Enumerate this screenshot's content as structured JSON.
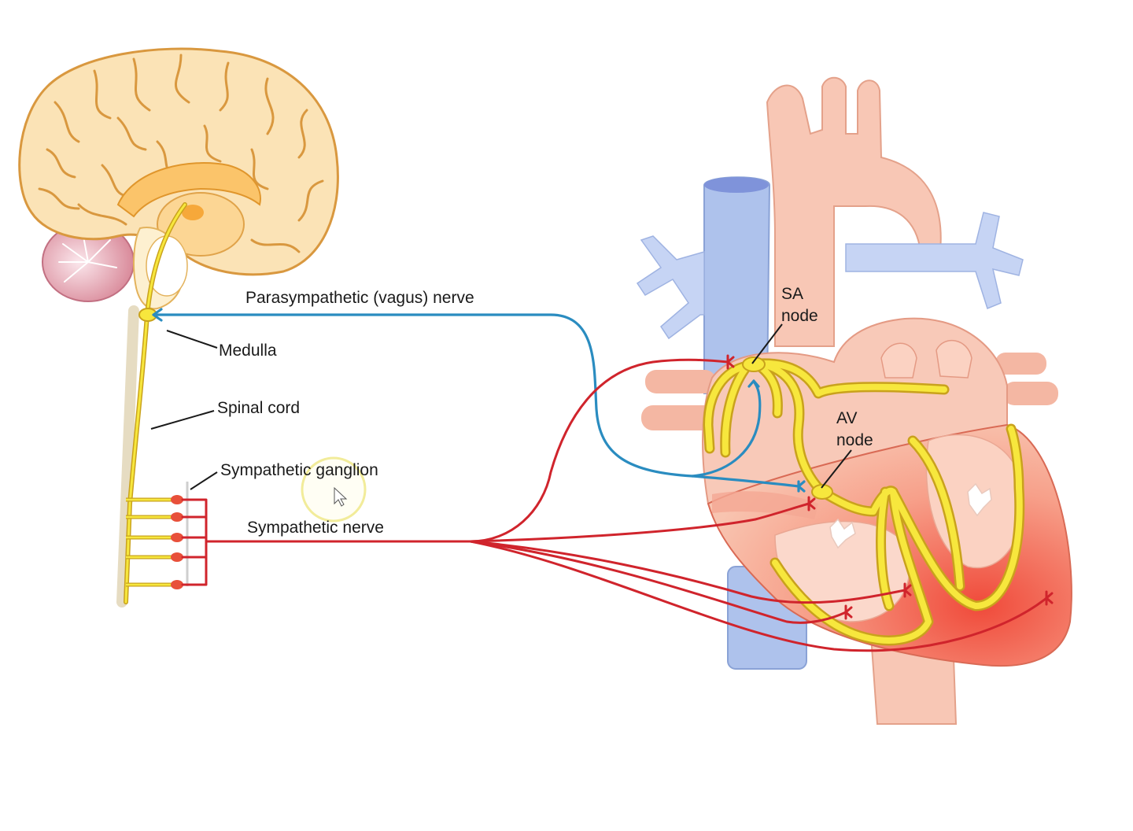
{
  "labels": {
    "parasympathetic": "Parasympathetic (vagus) nerve",
    "medulla": "Medulla",
    "spinal_cord": "Spinal cord",
    "sympathetic_ganglion": "Sympathetic ganglion",
    "sympathetic_nerve": "Sympathetic nerve",
    "sa_node": [
      "SA",
      "node"
    ],
    "av_node": [
      "AV",
      "node"
    ]
  },
  "colors": {
    "parasympathetic_nerve": "#2a8cc0",
    "sympathetic_nerve": "#d0242c",
    "conduction_pathway": "#f7e73d",
    "brain": "#fbe2b4",
    "heart": "#f6b9a2",
    "vena_cava": "#aec2ec"
  }
}
